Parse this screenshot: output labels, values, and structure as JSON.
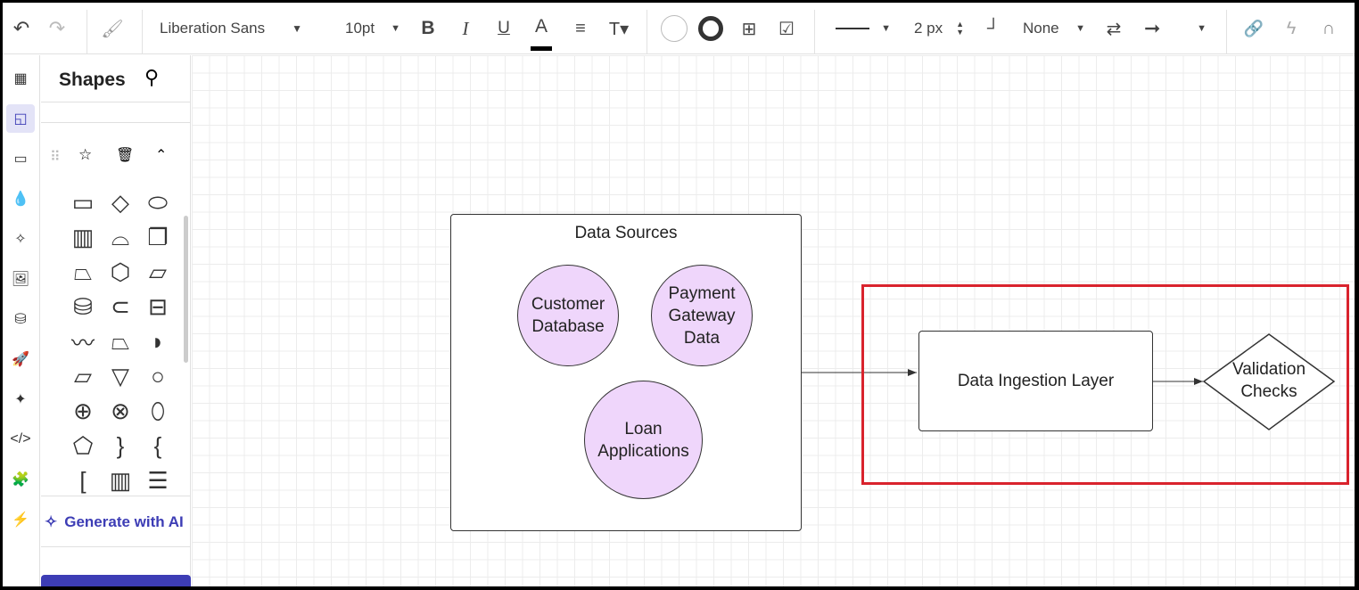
{
  "toolbar": {
    "font": "Liberation Sans",
    "font_size": "10pt",
    "bold": "B",
    "italic": "I",
    "underline": "U",
    "text_color": "A",
    "line_width": "2 px",
    "line_end": "None"
  },
  "panel": {
    "title": "Shapes",
    "generate": "Generate with AI"
  },
  "diagram": {
    "container": "Data Sources",
    "circles": [
      "Customer Database",
      "Payment Gateway Data",
      "Loan Applications"
    ],
    "ingestion": "Data Ingestion Layer",
    "validation": "Validation Checks"
  },
  "colors": {
    "highlight": "#d9232d",
    "circle_fill": "#efd6fb",
    "accent": "#3d3db5"
  }
}
